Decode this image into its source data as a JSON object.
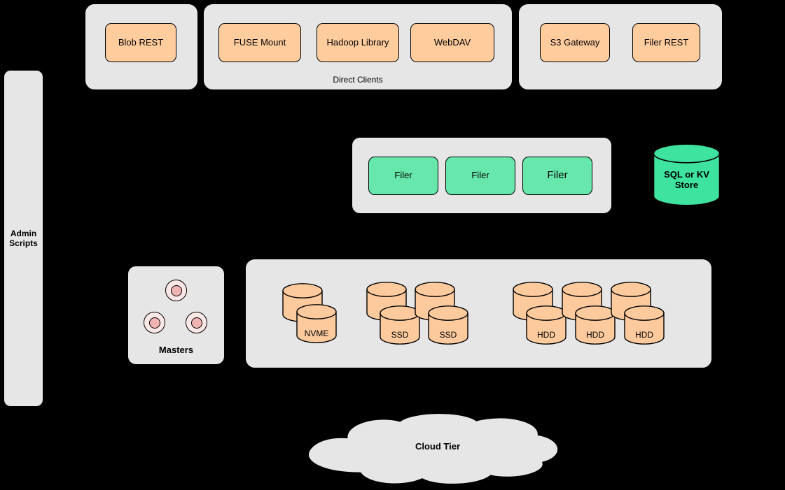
{
  "clients": {
    "blob": {
      "buttons": [
        {
          "label": "Blob REST"
        }
      ]
    },
    "direct": {
      "caption": "Direct Clients",
      "buttons": [
        {
          "label": "FUSE Mount"
        },
        {
          "label": "Hadoop Library"
        },
        {
          "label": "WebDAV"
        }
      ]
    },
    "gateways": {
      "buttons": [
        {
          "label": "S3 Gateway"
        },
        {
          "label": "Filer REST"
        }
      ]
    }
  },
  "admin": {
    "label": "Admin Scripts"
  },
  "filers": {
    "nodes": [
      {
        "label": "Filer"
      },
      {
        "label": "Filer"
      },
      {
        "label": "Filer"
      }
    ]
  },
  "store": {
    "label": "SQL or KV Store"
  },
  "masters": {
    "label": "Masters"
  },
  "volumes": {
    "disks": [
      {
        "label": "NVME"
      },
      {
        "label": "SSD"
      },
      {
        "label": "SSD"
      },
      {
        "label": "HDD"
      },
      {
        "label": "HDD"
      },
      {
        "label": "HDD"
      }
    ]
  },
  "cloud": {
    "label": "Cloud Tier"
  },
  "colors": {
    "background": "#000000",
    "container_fill": "#e6e6e6",
    "client_fill": "#ffcc9e",
    "filer_fill": "#67e7ab",
    "store_fill": "#3fe3a0",
    "disk_fill": "#fcca9d",
    "master_fill": "#f0b4b2",
    "stroke": "#000000"
  }
}
